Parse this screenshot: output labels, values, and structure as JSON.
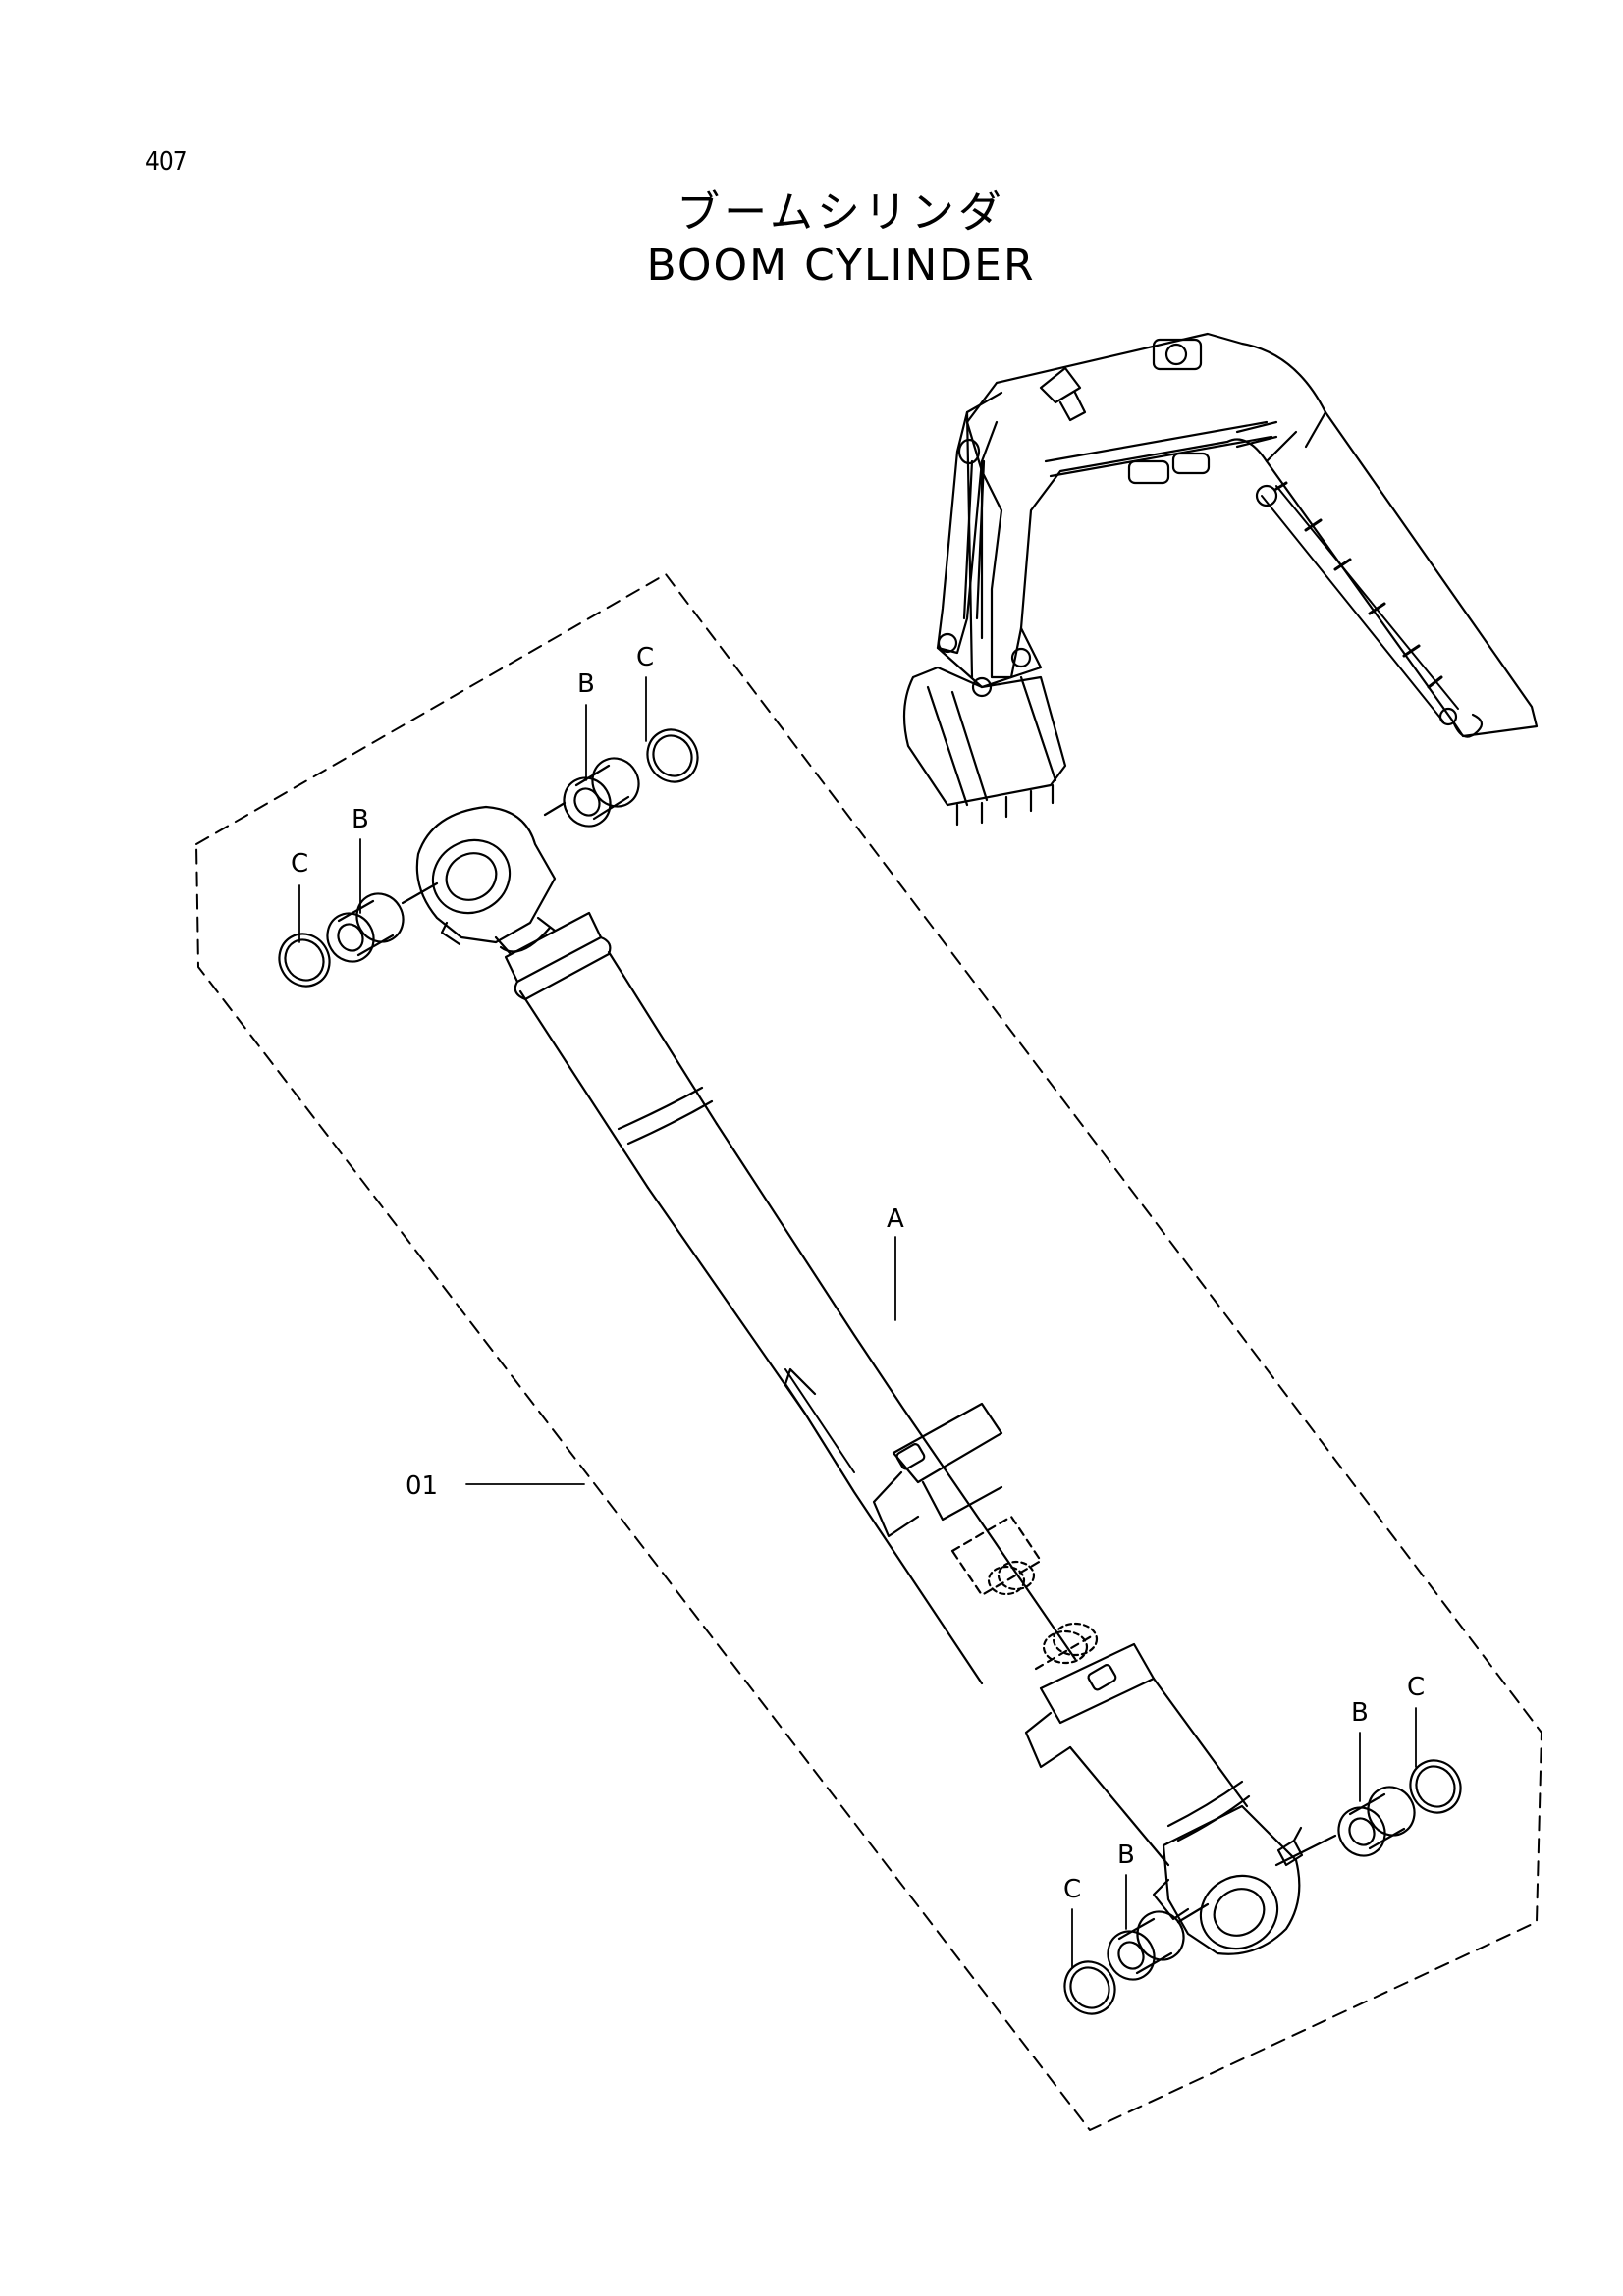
{
  "page_number": "407",
  "title_jp": "ブームシリンダ",
  "title_en": "BOOM  CYLINDER",
  "callouts": {
    "assembly": "01",
    "cylinder": "A",
    "bushing": "B",
    "seal": "C"
  }
}
